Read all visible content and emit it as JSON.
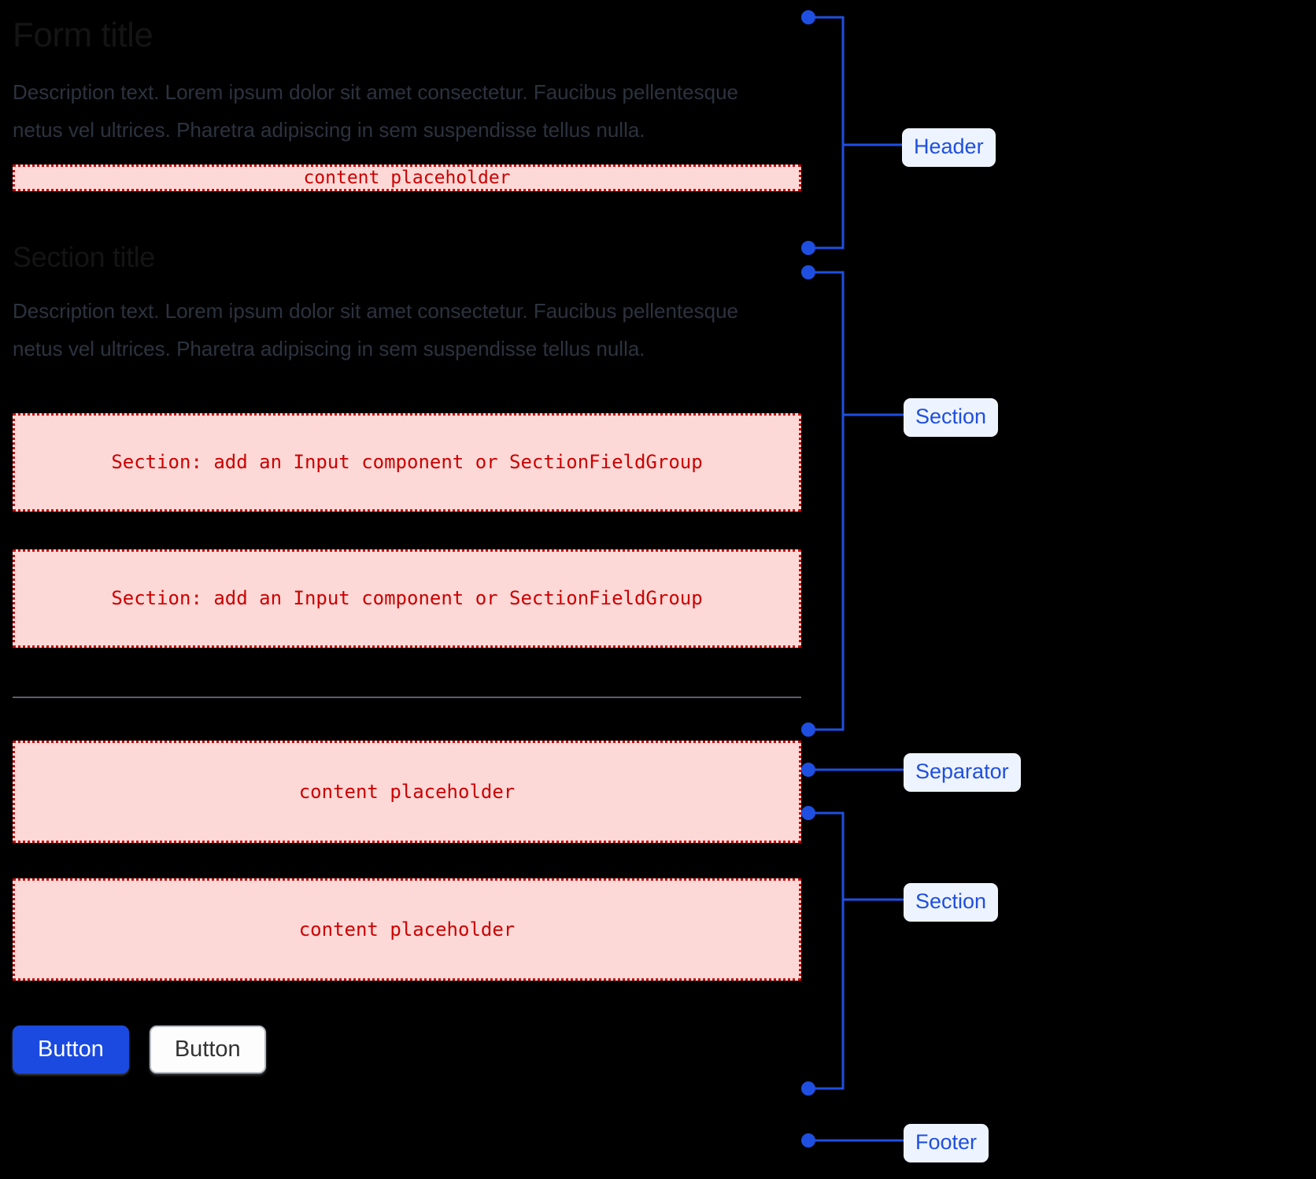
{
  "page": {
    "background": "#000000",
    "accent_blue": "#1f4fe0",
    "placeholder_red": "#cc0000",
    "placeholder_fill": "#fcd9d7",
    "badge_fill": "#eef4ff",
    "title_color": "#141414",
    "description_color": "#2c333f",
    "separator_color": "#5a5f6b"
  },
  "header": {
    "title": "Form title",
    "description": "Description text. Lorem ipsum dolor sit amet consectetur. Faucibus pellentesque netus vel ultrices. Pharetra adipiscing in sem suspendisse tellus nulla.",
    "placeholder": "content placeholder"
  },
  "section_one": {
    "title": "Section title",
    "description": "Description text. Lorem ipsum dolor sit amet consectetur. Faucibus pellentesque netus vel ultrices. Pharetra adipiscing in sem suspendisse tellus nulla.",
    "placeholders": [
      "Section: add an Input component or SectionFieldGroup",
      "Section: add an Input component or SectionFieldGroup"
    ]
  },
  "separator": {
    "label": "Separator"
  },
  "section_two": {
    "placeholders": [
      "content placeholder",
      "content placeholder"
    ]
  },
  "footer": {
    "primary_button": "Button",
    "secondary_button": "Button"
  },
  "annotations": [
    {
      "id": "header",
      "label": "Header"
    },
    {
      "id": "section-1",
      "label": "Section"
    },
    {
      "id": "separator",
      "label": "Separator"
    },
    {
      "id": "section-2",
      "label": "Section"
    },
    {
      "id": "footer",
      "label": "Footer"
    }
  ]
}
